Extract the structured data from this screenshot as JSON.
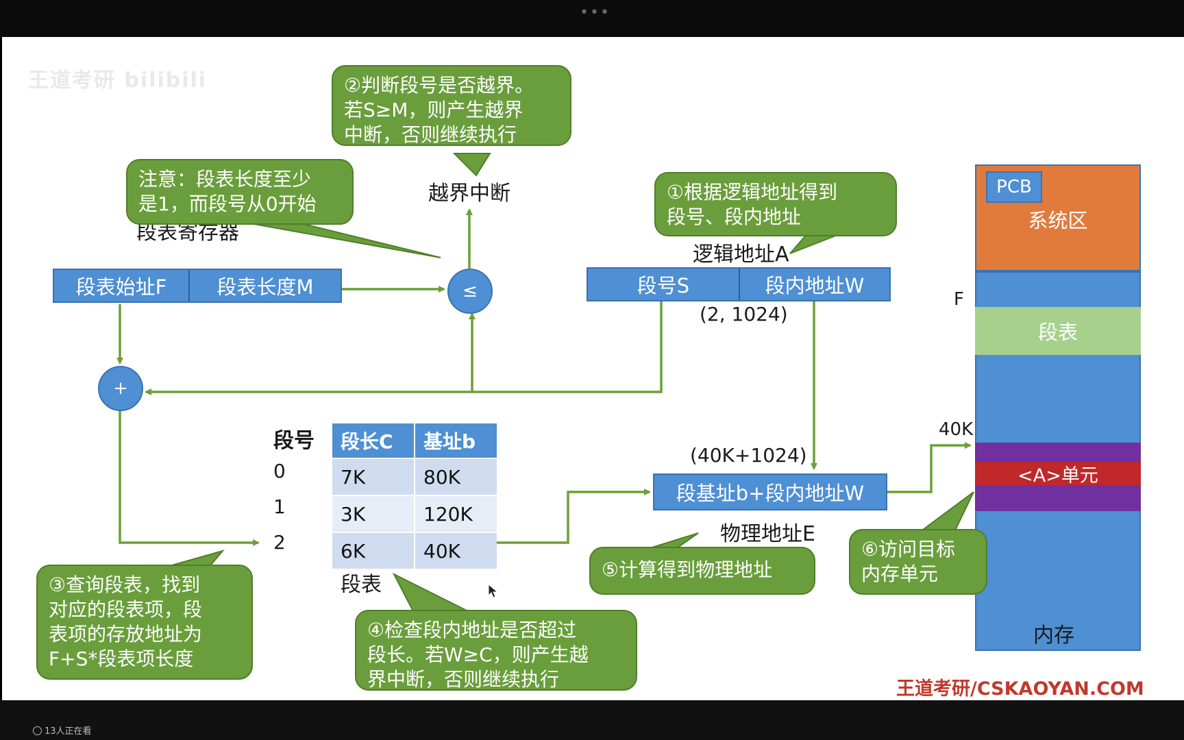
{
  "player": {
    "viewers": "13人正在看"
  },
  "watermark": "王道考研 bilibili",
  "segment_register": {
    "title": "段表寄存器",
    "start_addr": "段表始址F",
    "length": "段表长度M"
  },
  "compare_symbol": "≤",
  "add_symbol": "+",
  "overflow_interrupt": "越界中断",
  "logical_address": {
    "title": "逻辑地址A",
    "seg_no": "段号S",
    "offset": "段内地址W",
    "example": "(2, 1024)"
  },
  "segment_table": {
    "index_header": "段号",
    "columns": [
      "段长C",
      "基址b"
    ],
    "rows": [
      {
        "no": "0",
        "len": "7K",
        "base": "80K"
      },
      {
        "no": "1",
        "len": "3K",
        "base": "120K"
      },
      {
        "no": "2",
        "len": "6K",
        "base": "40K"
      }
    ],
    "caption": "段表"
  },
  "physical_address": {
    "formula": "段基址b+段内地址W",
    "example": "(40K+1024)",
    "title": "物理地址E"
  },
  "memory": {
    "pcb": "PCB",
    "system_area": "系统区",
    "f_label": "F",
    "seg_table": "段表",
    "k40_label": "40K",
    "target_unit": "<A>单元",
    "title": "内存"
  },
  "callouts": {
    "step1": [
      "①根据逻辑地址得到",
      "段号、段内地址"
    ],
    "step2": [
      "②判断段号是否越界。",
      "若S≥M，则产生越界",
      "中断，否则继续执行"
    ],
    "note": [
      "注意：段表长度至少",
      "是1，而段号从0开始"
    ],
    "step3": [
      "③查询段表，找到",
      "对应的段表项，段",
      "表项的存放地址为",
      "F+S*段表项长度"
    ],
    "step4": [
      "④检查段内地址是否超过",
      "段长。若W≥C，则产生越",
      "界中断，否则继续执行"
    ],
    "step5": [
      "⑤计算得到物理地址"
    ],
    "step6": [
      "⑥访问目标",
      "内存单元"
    ]
  },
  "footer": "王道考研/CSKAOYAN.COM",
  "colors": {
    "blue": "#4f8fd3",
    "green_callout": "#6a9e3c",
    "arrow_green": "#6aa035",
    "system_orange": "#e07b3c",
    "seg_table_green": "#a8d08d",
    "purple": "#7030a0",
    "target_red": "#c0282a"
  }
}
